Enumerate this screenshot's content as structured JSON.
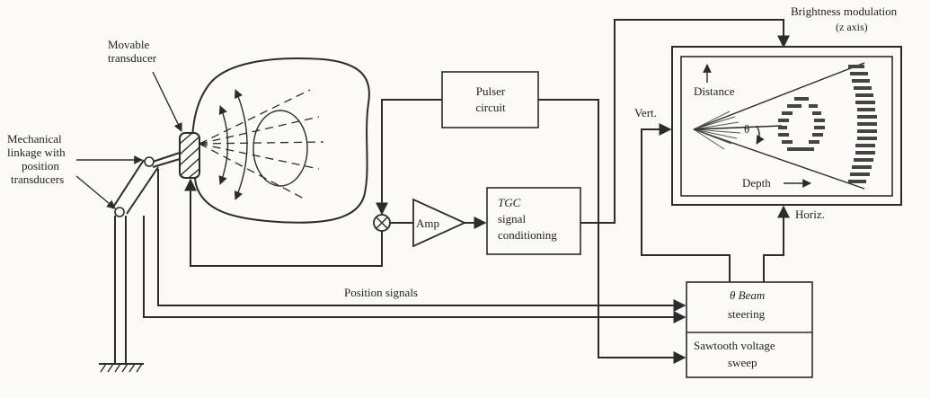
{
  "labels": {
    "movable_transducer_1": "Movable",
    "movable_transducer_2": "transducer",
    "linkage_1": "Mechanical",
    "linkage_2": "linkage with",
    "linkage_3": "position",
    "linkage_4": "transducers",
    "pulser_1": "Pulser",
    "pulser_2": "circuit",
    "amp": "Amp",
    "tgc_1": "TGC",
    "tgc_2": "signal",
    "tgc_3": "conditioning",
    "position_signals": "Position signals",
    "beam_1": "θ Beam",
    "beam_2": "steering",
    "sweep_1": "Sawtooth voltage",
    "sweep_2": "sweep",
    "brightness_1": "Brightness modulation",
    "brightness_2": "(z axis)",
    "vert": "Vert.",
    "horiz": "Horiz.",
    "distance": "Distance",
    "depth": "Depth",
    "theta": "θ"
  }
}
